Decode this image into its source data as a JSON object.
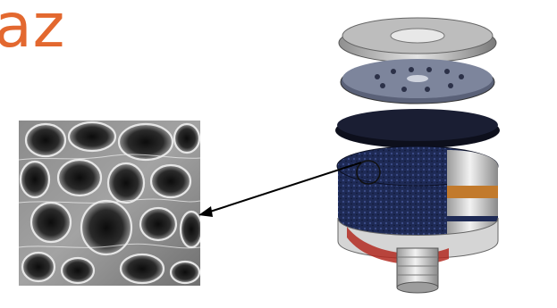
{
  "slide": {
    "title": "az"
  },
  "colors": {
    "title": "#e3682f",
    "arrow": "#000000",
    "filter_body": "#d9d9d9",
    "fabric": "#1e2a55",
    "stripe": "#c27a2c",
    "interior": "#b32a21"
  },
  "images": {
    "micrograph": "activated-carbon-micrograph",
    "filter": "respirator-filter-cutaway"
  }
}
